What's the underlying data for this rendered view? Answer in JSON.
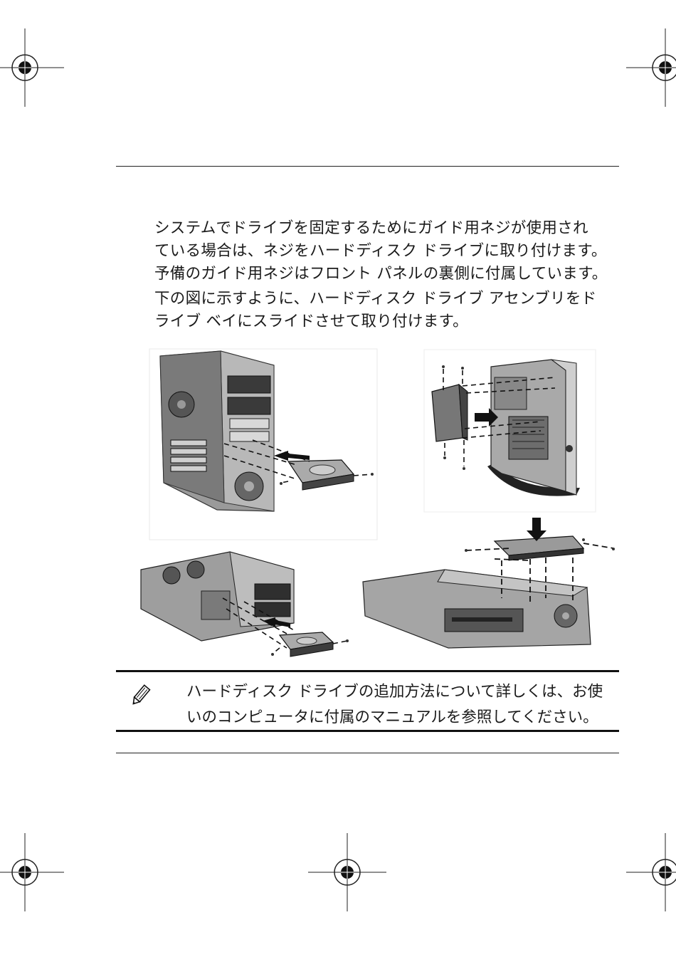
{
  "paragraph": {
    "lines": [
      "システムでドライブを固定するためにガイド用ネジが使用され",
      "ている場合は、ネジをハードディスク ドライブに取り付けます。",
      "予備のガイド用ネジはフロント パネルの裏側に付属しています。",
      "下の図に示すように、ハードディスク ドライブ アセンブリをド",
      "ライブ ベイにスライドさせて取り付けます。"
    ]
  },
  "illustrations": {
    "tower": "tower-chassis-illustration",
    "ultra_slim": "ultra-slim-chassis-illustration",
    "desktop": "desktop-chassis-illustration",
    "small_form_factor": "small-form-factor-chassis-illustration"
  },
  "note": {
    "icon": "pencil-icon",
    "lines": [
      "ハードディスク ドライブの追加方法について詳しくは、お使",
      "いのコンピュータに付属のマニュアルを参照してください。"
    ]
  }
}
